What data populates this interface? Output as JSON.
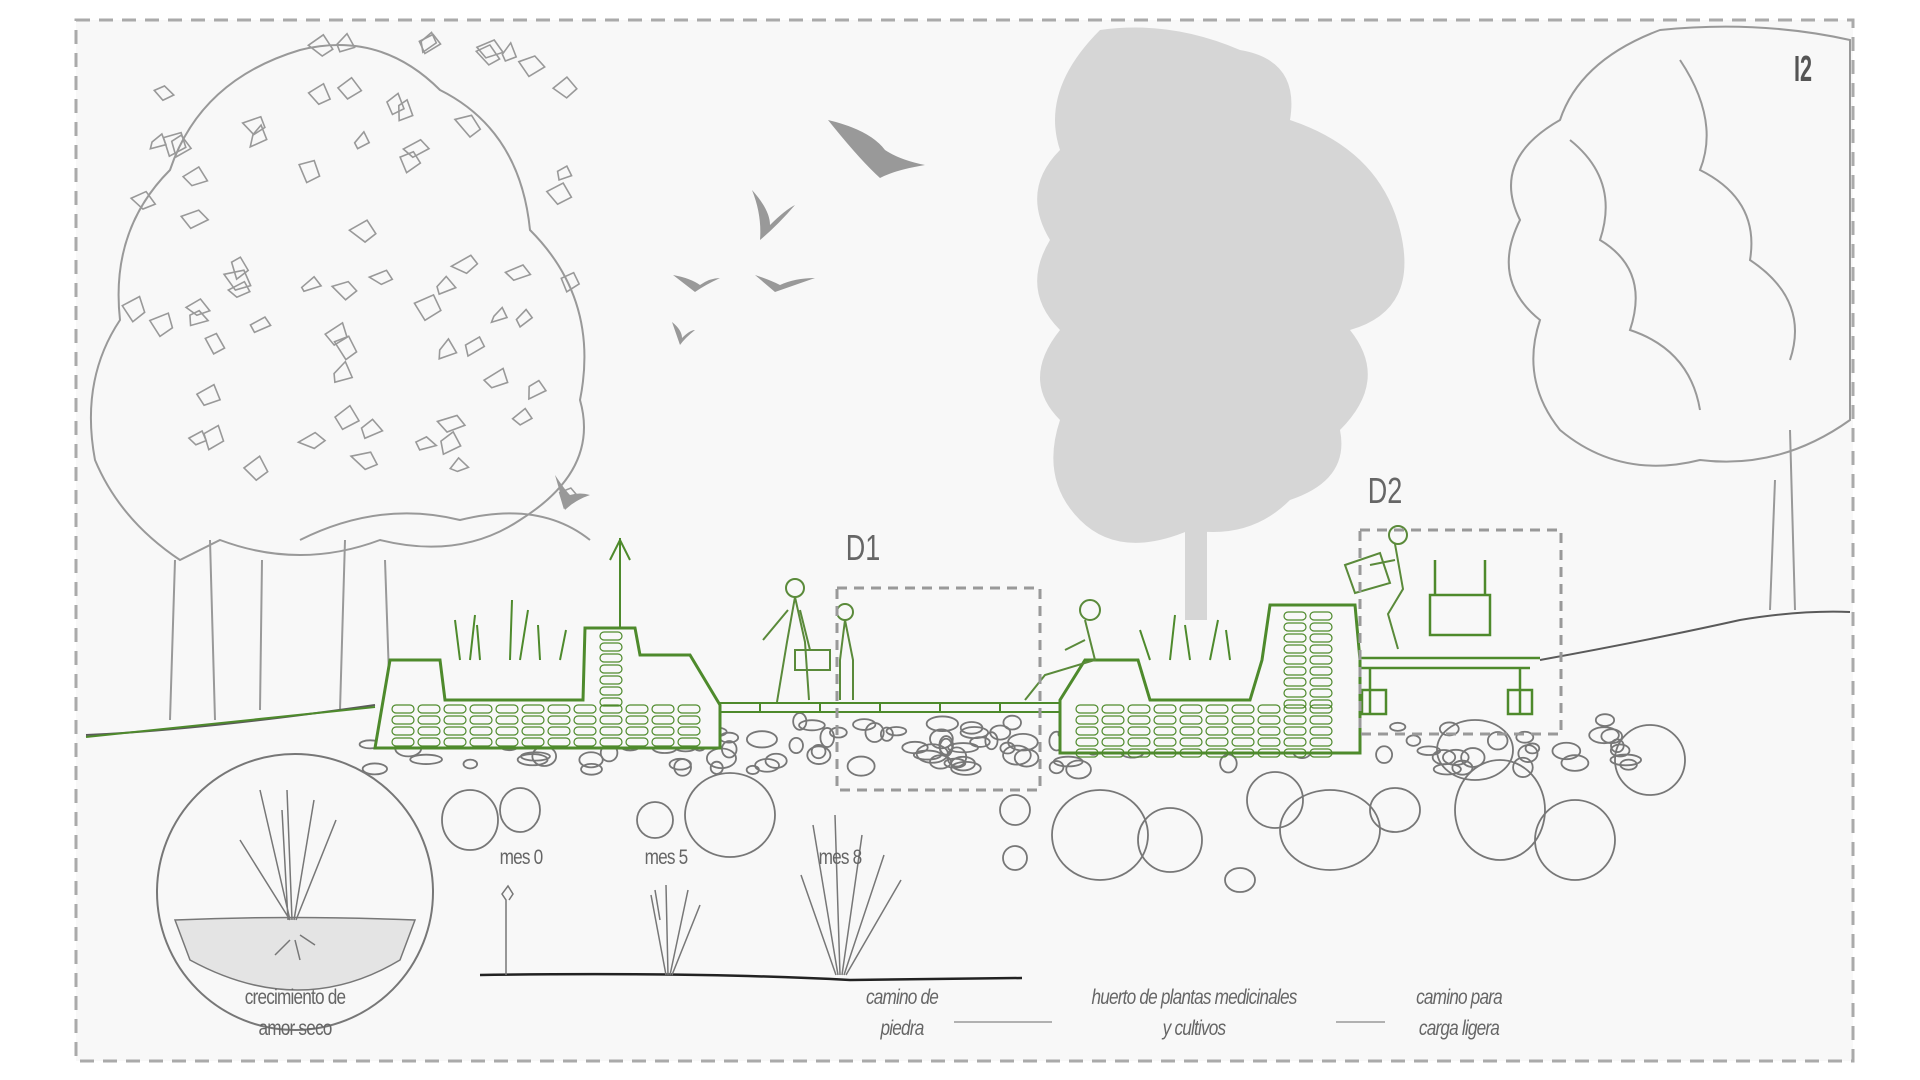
{
  "sheet_number": "I2",
  "detail_markers": [
    {
      "label": "D1"
    },
    {
      "label": "D2"
    }
  ],
  "growth_stages": [
    {
      "label": "mes 0"
    },
    {
      "label": "mes 5"
    },
    {
      "label": "mes 8"
    }
  ],
  "inset_caption": {
    "line1": "crecimiento de",
    "line2": "amor seco"
  },
  "section_labels": [
    {
      "line1": "camino de",
      "line2": "piedra"
    },
    {
      "line1": "huerto de plantas medicinales",
      "line2": "y cultivos"
    },
    {
      "line1": "camino para",
      "line2": "carga ligera"
    }
  ],
  "colors": {
    "green": "#4e8a2c",
    "outline": "#8a8a8a",
    "silhouette": "#d6d6d6",
    "frame": "#aaaaaa",
    "paper": "#f8f8f8"
  }
}
